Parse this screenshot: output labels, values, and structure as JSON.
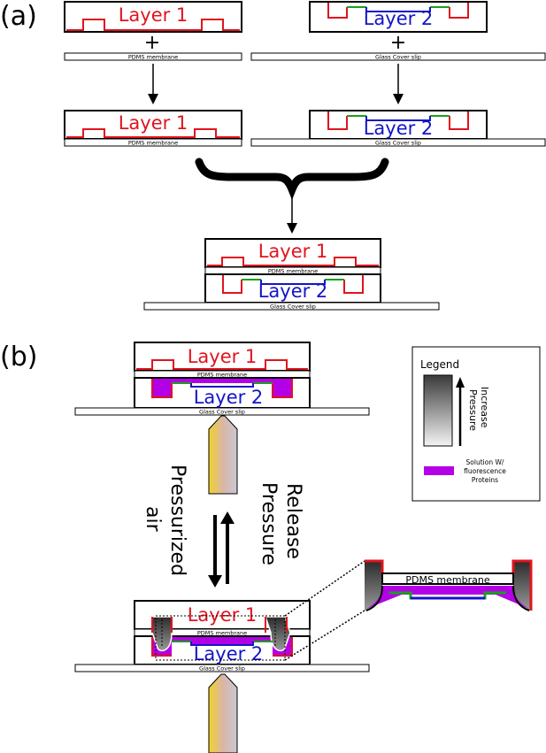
{
  "panel_a": {
    "tag": "(a)",
    "layer1": "Layer 1",
    "layer2": "Layer 2",
    "plus": "+",
    "membrane": "PDMS membrane",
    "coverslip": "Glass Cover slip"
  },
  "panel_b": {
    "tag": "(b)",
    "layer1": "Layer 1",
    "layer2": "Layer 2",
    "membrane": "PDMS membrane",
    "coverslip": "Glass Cover slip",
    "pressurized": [
      "Pressurized",
      "air"
    ],
    "release": [
      "Release",
      "Pressure"
    ],
    "zoom_membrane": "PDMS membrane"
  },
  "legend": {
    "title": "Legend",
    "pressure_label": [
      "Increase",
      "Pressure"
    ],
    "solution_label": [
      "Solution W/",
      "fluorescence",
      "Proteins"
    ]
  },
  "colors": {
    "layer1": "#e0141e",
    "layer2": "#1414c8",
    "channel_green": "#1aa01a",
    "solution": "#b400e6",
    "outline": "#000000"
  }
}
